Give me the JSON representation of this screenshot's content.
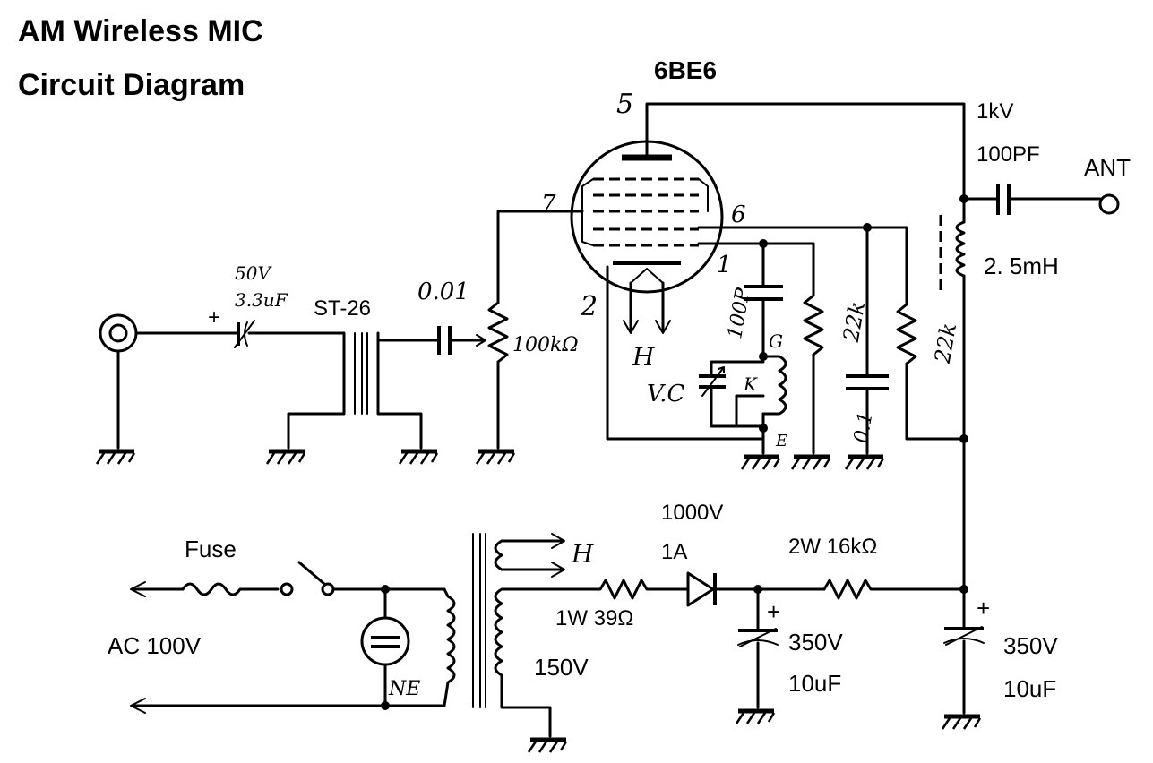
{
  "title": {
    "line1": "AM Wireless MIC",
    "line2": "Circuit Diagram"
  },
  "tube": {
    "name": "6BE6",
    "pin5": "5",
    "pin7": "7",
    "pin6": "6",
    "pin1": "1",
    "pin2": "2",
    "heater": "H"
  },
  "input": {
    "cap_voltage": "50V",
    "cap_value": "3.3uF",
    "plus": "+",
    "transformer": "ST-26",
    "coupling_cap": "0.01",
    "pot": "100kΩ"
  },
  "oscillator": {
    "cap": "100P",
    "vc": "V.C",
    "g": "G",
    "k": "K",
    "e": "E",
    "bypass_cap": "0.1",
    "r1": "22k",
    "r2": "22k"
  },
  "output": {
    "cap_voltage": "1kV",
    "cap_value": "100PF",
    "antenna": "ANT",
    "choke": "2. 5mH"
  },
  "power": {
    "fuse": "Fuse",
    "ac": "AC 100V",
    "neon": "NE",
    "heater": "H",
    "secondary": "150V",
    "r_series": "1W 39Ω",
    "diode_v": "1000V",
    "diode_a": "1A",
    "r_drop": "2W  16kΩ",
    "c1_plus": "+",
    "c1_v": "350V",
    "c1_c": "10uF",
    "c2_plus": "+",
    "c2_v": "350V",
    "c2_c": "10uF"
  }
}
